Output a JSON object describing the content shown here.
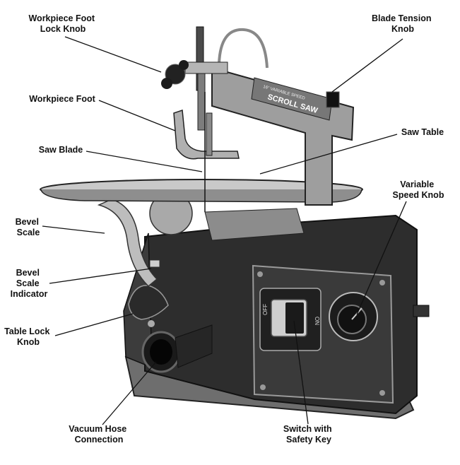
{
  "machine": {
    "arm_decal_small": "16\" VARIABLE SPEED",
    "arm_decal_large": "SCROLL SAW",
    "switch_off": "OFF",
    "switch_on": "ON"
  },
  "callouts": [
    {
      "id": "workpiece-foot-lock-knob",
      "lines": [
        "Workpiece Foot",
        "Lock Knob"
      ]
    },
    {
      "id": "blade-tension-knob",
      "lines": [
        "Blade Tension",
        "Knob"
      ]
    },
    {
      "id": "workpiece-foot",
      "lines": [
        "Workpiece Foot"
      ]
    },
    {
      "id": "saw-table",
      "lines": [
        "Saw Table"
      ]
    },
    {
      "id": "saw-blade",
      "lines": [
        "Saw Blade"
      ]
    },
    {
      "id": "variable-speed-knob",
      "lines": [
        "Variable",
        "Speed Knob"
      ]
    },
    {
      "id": "bevel-scale",
      "lines": [
        "Bevel",
        "Scale"
      ]
    },
    {
      "id": "bevel-scale-indicator",
      "lines": [
        "Bevel",
        "Scale",
        "Indicator"
      ]
    },
    {
      "id": "table-lock-knob",
      "lines": [
        "Table Lock",
        "Knob"
      ]
    },
    {
      "id": "vacuum-hose-connection",
      "lines": [
        "Vacuum Hose",
        "Connection"
      ]
    },
    {
      "id": "switch-with-safety-key",
      "lines": [
        "Switch with",
        "Safety Key"
      ]
    }
  ]
}
